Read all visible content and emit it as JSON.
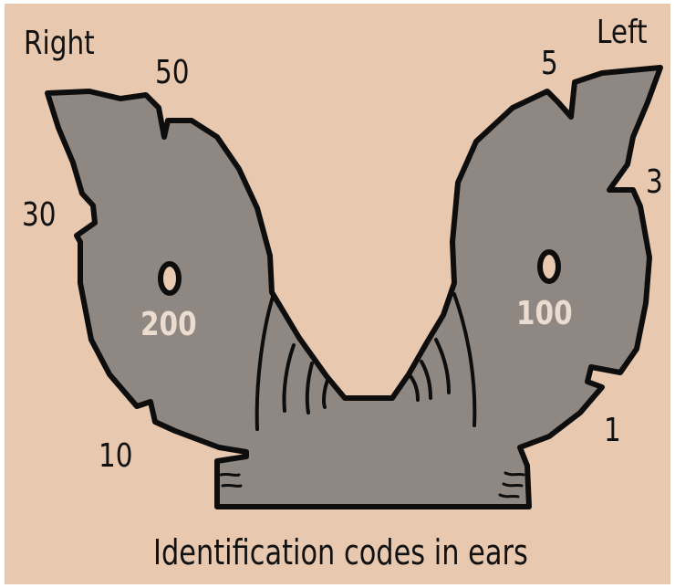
{
  "labels": {
    "right": "Right",
    "left": "Left",
    "r50": "50",
    "r30": "30",
    "r10": "10",
    "l5": "5",
    "l3": "3",
    "l1": "1"
  },
  "hole_labels": {
    "right_ear": "200",
    "left_ear": "100"
  },
  "caption": "Identification codes in ears",
  "colors": {
    "background": "#e8c9b0",
    "ear_fill": "#8e8782",
    "outline": "#0d0d0d",
    "hole_label": "#eadccf"
  }
}
